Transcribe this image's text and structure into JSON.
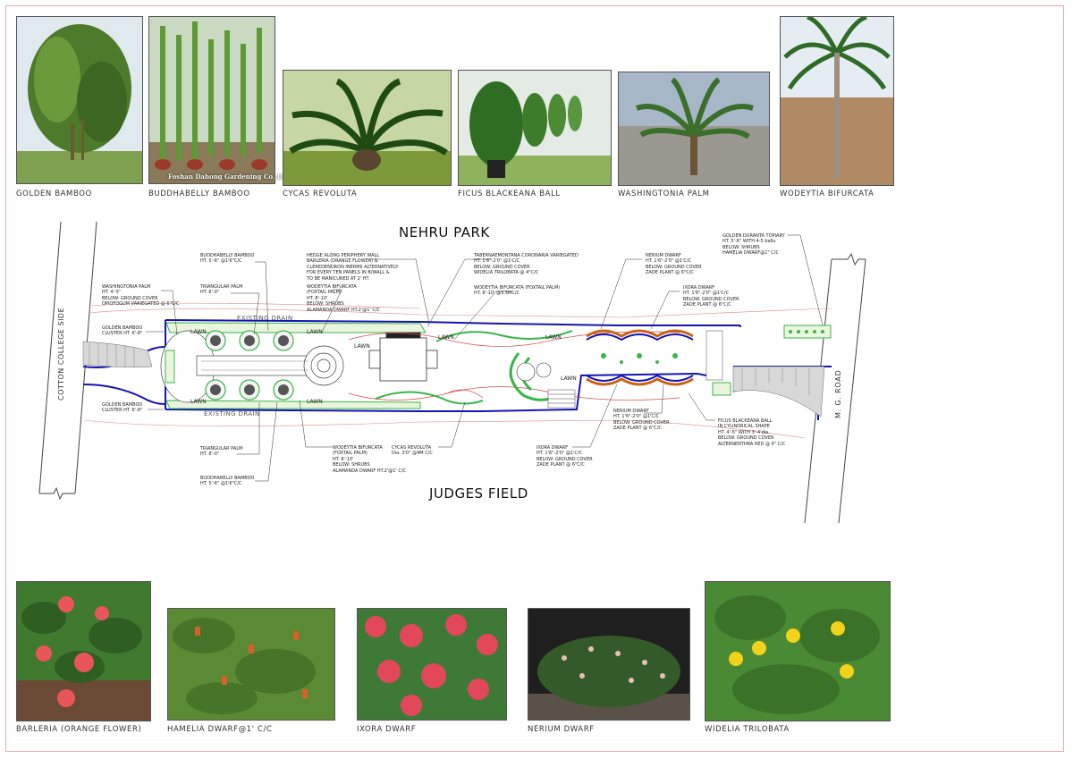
{
  "plant_photos_top": [
    {
      "caption": "GOLDEN BAMBOO"
    },
    {
      "caption": "BUDDHABELLY BAMBOO",
      "watermark": "Foshan Dahong Gardening Co.,Ltd"
    },
    {
      "caption": "CYCAS REVOLUTA"
    },
    {
      "caption": "FICUS BLACKEANA BALL"
    },
    {
      "caption": "WASHINGTONIA PALM"
    },
    {
      "caption": "WODEYTIA BIFURCATA"
    }
  ],
  "plant_photos_bottom": [
    {
      "caption": "BARLERIA (ORANGE FLOWER)"
    },
    {
      "caption": "HAMELIA DWARF@1' C/C"
    },
    {
      "caption": "IXORA DWARF"
    },
    {
      "caption": "NERIUM DWARF"
    },
    {
      "caption": "WIDELIA TRILOBATA"
    }
  ],
  "plan": {
    "north_label": "NEHRU PARK",
    "south_label": "JUDGES FIELD",
    "west_road": "COTTON COLLEGE SIDE",
    "east_road": "M. G. ROAD",
    "drain_top": "EXISTING   DRAIN",
    "drain_bottom": "EXISTING   DRAIN",
    "lawn": "LAWN",
    "notes": {
      "buddhabelly_top": "BUDDHABELLY BAMBOO\nHT. 5'-6\" @1'6\"C/C",
      "triangular_top": "TRIANGULAR PALM\nHT. 8'-0\"",
      "washingtonia": "WASHINGTONIA PALM\nHT. 4'-5\"\nBELOW: GROUND COVER\nOPIOFOGUM VARIEGATED @ 6\"C/C",
      "golden_bamboo_top": "GOLDEN BAMBOO\nCLUSTER HT. 6'-8\"",
      "golden_bamboo_bottom": "GOLDEN BAMBOO\nCLUSTER HT. 6'-8\"",
      "hedge": "HEDGE ALONG PERIPHERY WALL\nBARLERIA (ORANGE FLOWER) &\nCLEREDENDRON INERMII ALTERNATIVELY\nFOR EVERY TEN PANELS IN B/WALL &\nTO BE MANICURED AT 2' HT.",
      "wodeytia_top": "WODEYTIA BIFURCATA\n(FOXTAIL PALM)\nHT. 8'-10'\nBELOW: SHRUBS\nALAMANDA DWARF HT.2'@1' C/C",
      "tabernaemontana": "TABERNAEMONTANA CORONARIA VARIEGATED\nHT. 1'6\"-2'0\" @1'C/C\nBELOW: GROUND COVER\nWIDELIA TRILOBATA @ 4\"C/C",
      "wodeytia_mid": "WODEYTIA BIFURCATA (FOXTAIL PALM)\nHT. 8'-10' @3.5MC/C",
      "nerium_top": "NERIUM DWARF\nHT. 1'6\"-2'0\" @1'C/C\nBELOW: GROUND COVER\nZADE PLANT @ 6\"C/C",
      "ixora_top": "IXORA DWARF\nHT. 1'6\"-2'0\" @1'C/C\nBELOW: GROUND COVER\nZADE PLANT @ 6\"C/C",
      "duranta": "GOLDEN DURANTA TOPIARY\nHT. 5'-6\" WITH 4-5 balls.\nBELOW: SHRUBS\nHAMELIA DWARF@1\" C/C",
      "triangular_bottom": "TRIANGULAR PALM\nHT. 8'-0\"",
      "buddhabelly_bottom": "BUDDHABELLY BAMBOO\nHT. 5'-6\" @1'6\"C/C",
      "wodeytia_bottom": "WODEYTIA BIFURCATA\n(FOXTAIL PALM)\nHT. 8'-10'\nBELOW: SHRUBS\nALAMANDA DWARF HT.2'@1' C/C",
      "cycas": "CYCAS REVOLUTA\nDia. 3'0\" @4M C/C",
      "ixora_bottom": "IXORA DWARF\nHT. 1'6\"-2'0\" @1'C/C\nBELOW: GROUND COVER\nZADE PLANT @ 6\"C/C",
      "nerium_bottom": "NERIUM DWARF\nHT. 1'6\"-2'0\" @1'C/C\nBELOW: GROUND COVER\nZADE PLANT @ 6\"C/C",
      "ficus": "FICUS BLACKEANA BALL\nIN CYLINDRICAL SHAPE\nHT. 4'-5\" WITH 3'-4'dia.\nBELOW: GROUND COVER\nALTERNENTHRA RED @ 6\" C/C"
    }
  },
  "colors": {
    "border": "#f1a8a8",
    "boundary_blue": "#1414b4",
    "planting_green": "#3bb54a",
    "red_line": "#d84a4a"
  }
}
